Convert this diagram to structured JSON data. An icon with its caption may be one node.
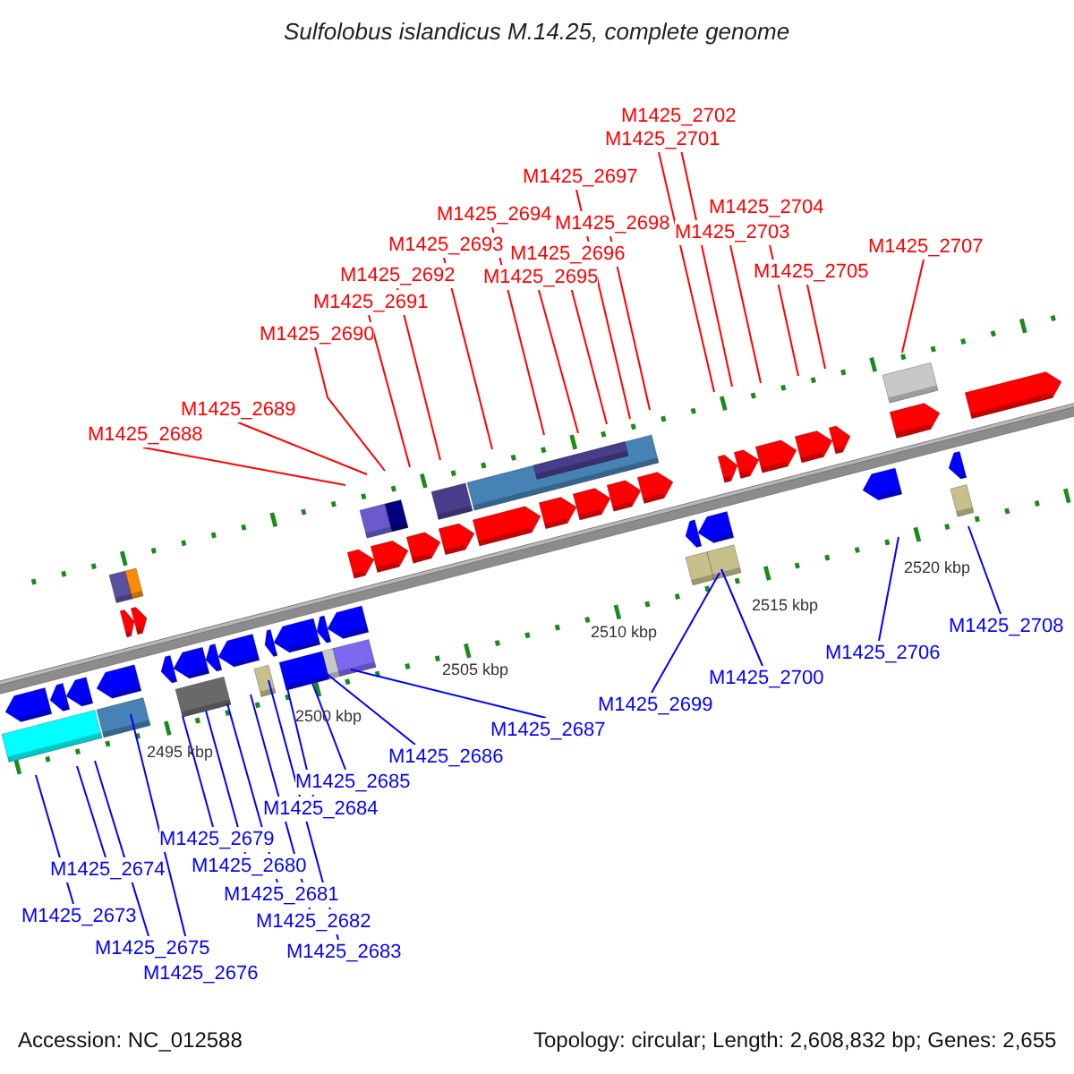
{
  "diagram": {
    "title": "Sulfolobus islandicus M.14.25, complete genome",
    "nodes": [
      {
        "text": [
          "M1425_2688"
        ]
      },
      {
        "text": [
          "M1425_2689"
        ]
      },
      {
        "text": [
          "M1425_2690"
        ]
      },
      {
        "text": [
          "M1425_2691"
        ]
      },
      {
        "text": [
          "M1425_2692"
        ]
      },
      {
        "text": [
          "M1425_2693"
        ]
      },
      {
        "text": [
          "M1425_2694"
        ]
      },
      {
        "text": [
          "M1425_2695"
        ]
      },
      {
        "text": [
          "M1425_2696"
        ]
      },
      {
        "text": [
          "M1425_2697"
        ]
      },
      {
        "text": [
          "M1425_2698"
        ]
      },
      {
        "text": [
          "M1425_2701"
        ]
      },
      {
        "text": [
          "M1425_2702"
        ]
      },
      {
        "text": [
          "M1425_2703"
        ]
      },
      {
        "text": [
          "M1425_2704"
        ]
      },
      {
        "text": [
          "M1425_2705"
        ]
      },
      {
        "text": [
          "M1425_2707"
        ]
      },
      {
        "text": [
          "M1425_2673"
        ]
      },
      {
        "text": [
          "M1425_2674"
        ]
      },
      {
        "text": [
          "M1425_2675"
        ]
      },
      {
        "text": [
          "M1425_2676"
        ]
      },
      {
        "text": [
          "M1425_2679"
        ]
      },
      {
        "text": [
          "M1425_2680"
        ]
      },
      {
        "text": [
          "M1425_2681"
        ]
      },
      {
        "text": [
          "M1425_2682"
        ]
      },
      {
        "text": [
          "M1425_2683"
        ]
      },
      {
        "text": [
          "M1425_2684"
        ]
      },
      {
        "text": [
          "M1425_2685"
        ]
      },
      {
        "text": [
          "M1425_2686"
        ]
      },
      {
        "text": [
          "M1425_2687"
        ]
      },
      {
        "text": [
          "M1425_2699"
        ]
      },
      {
        "text": [
          "M1425_2700"
        ]
      },
      {
        "text": [
          "M1425_2706"
        ]
      },
      {
        "text": [
          "M1425_2708"
        ]
      }
    ],
    "edges": [
      {
        "from": 0,
        "to": null,
        "arrow": "none"
      },
      {
        "from": 1,
        "to": null,
        "arrow": "none"
      },
      {
        "from": 2,
        "to": null,
        "arrow": "none"
      },
      {
        "from": 3,
        "to": null,
        "arrow": "none"
      },
      {
        "from": 4,
        "to": null,
        "arrow": "none"
      },
      {
        "from": 5,
        "to": null,
        "arrow": "none"
      },
      {
        "from": 6,
        "to": null,
        "arrow": "none"
      },
      {
        "from": 7,
        "to": null,
        "arrow": "none"
      },
      {
        "from": 8,
        "to": null,
        "arrow": "none"
      },
      {
        "from": 9,
        "to": null,
        "arrow": "none"
      },
      {
        "from": 10,
        "to": null,
        "arrow": "none"
      },
      {
        "from": 11,
        "to": null,
        "arrow": "none"
      },
      {
        "from": 12,
        "to": null,
        "arrow": "none"
      },
      {
        "from": 13,
        "to": null,
        "arrow": "none"
      },
      {
        "from": 14,
        "to": null,
        "arrow": "none"
      },
      {
        "from": 15,
        "to": null,
        "arrow": "none"
      },
      {
        "from": 16,
        "to": null,
        "arrow": "none"
      },
      {
        "from": 17,
        "to": null,
        "arrow": "none",
        "color": "#0000ff"
      },
      {
        "from": 18,
        "to": null,
        "arrow": "none",
        "color": "#0000ff"
      },
      {
        "from": 19,
        "to": null,
        "arrow": "none",
        "color": "#0000ff"
      },
      {
        "from": 20,
        "to": null,
        "arrow": "none",
        "color": "#0000ff"
      },
      {
        "from": 21,
        "to": null,
        "arrow": "none",
        "color": "#0000ff"
      },
      {
        "from": 22,
        "to": null,
        "arrow": "none",
        "color": "#0000ff"
      },
      {
        "from": 23,
        "to": null,
        "arrow": "none",
        "color": "#0000ff"
      },
      {
        "from": 24,
        "to": null,
        "arrow": "none",
        "color": "#0000ff"
      },
      {
        "from": 25,
        "to": null,
        "arrow": "none",
        "color": "#0000ff"
      },
      {
        "from": 26,
        "to": null,
        "arrow": "none",
        "color": "#0000ff"
      },
      {
        "from": 27,
        "to": null,
        "arrow": "none",
        "color": "#0000ff"
      },
      {
        "from": 28,
        "to": null,
        "arrow": "none",
        "color": "#0000ff"
      },
      {
        "from": 29,
        "to": null,
        "arrow": "none",
        "color": "#0000ff"
      },
      {
        "from": 30,
        "to": null,
        "arrow": "none",
        "color": "#0000ff"
      },
      {
        "from": 31,
        "to": null,
        "arrow": "none",
        "color": "#0000ff"
      },
      {
        "from": 32,
        "to": null,
        "arrow": "none",
        "color": "#0000ff"
      },
      {
        "from": 33,
        "to": null,
        "arrow": "none",
        "color": "#0000ff"
      }
    ],
    "labels": [
      "2495 kbp",
      "2500 kbp",
      "2505 kbp",
      "2510 kbp",
      "2515 kbp",
      "2520 kbp",
      "Accession: NC_012588",
      "Topology: circular; Length: 2,608,832 bp; Genes: 2,655"
    ]
  }
}
